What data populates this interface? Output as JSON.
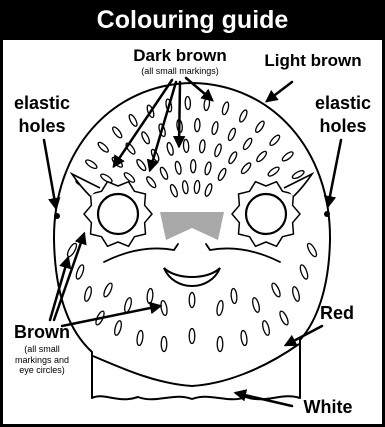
{
  "header": {
    "title": "Colouring guide"
  },
  "labels": {
    "dark_brown": {
      "text": "Dark brown",
      "note": "(all small markings)"
    },
    "light_brown": {
      "text": "Light brown"
    },
    "elastic_left": {
      "text": "elastic holes"
    },
    "elastic_right": {
      "text": "elastic holes"
    },
    "brown": {
      "text": "Brown",
      "note": "(all small markings and eye circles)"
    },
    "red": {
      "text": "Red"
    },
    "white": {
      "text": "White"
    }
  },
  "colors": {
    "ink": "#000000",
    "beak": "#a9a9a9",
    "header_bg": "#000000",
    "paper": "#ffffff"
  }
}
